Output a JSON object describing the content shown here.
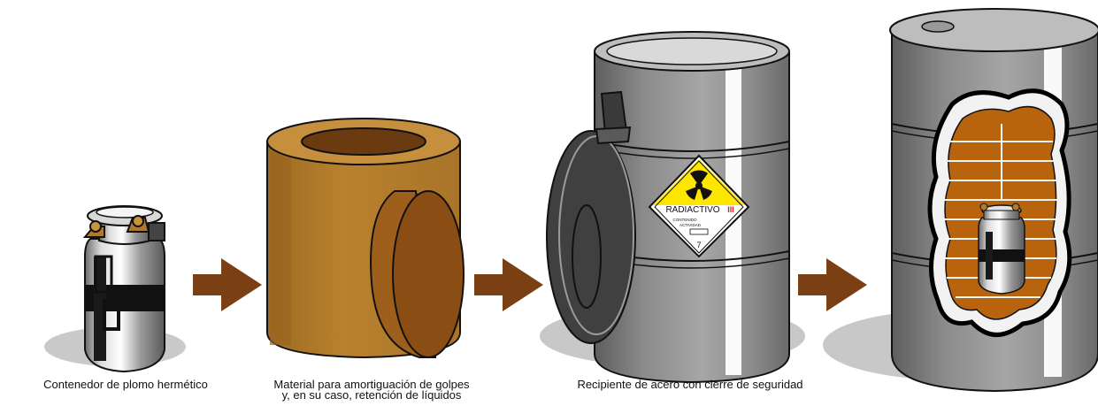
{
  "captions": {
    "lead_container": "Contenedor de plomo hermético",
    "shock_material_line1": "Material para amortiguación de golpes",
    "shock_material_line2": "y, en su caso, retención de líquidos",
    "steel_drum": "Recipiente de acero con cierre de seguridad"
  },
  "label": {
    "title": "RADIACTIVO",
    "category": "III",
    "contents": "CONTENIDO",
    "activity": "ACTIVIDAD",
    "class_number": "7"
  },
  "colors": {
    "arrow": "#7a3f12",
    "cardboard": "#b37b2b",
    "steel": "#8e8e8e",
    "label_yellow": "#ffe600",
    "label_red": "#e02020"
  }
}
